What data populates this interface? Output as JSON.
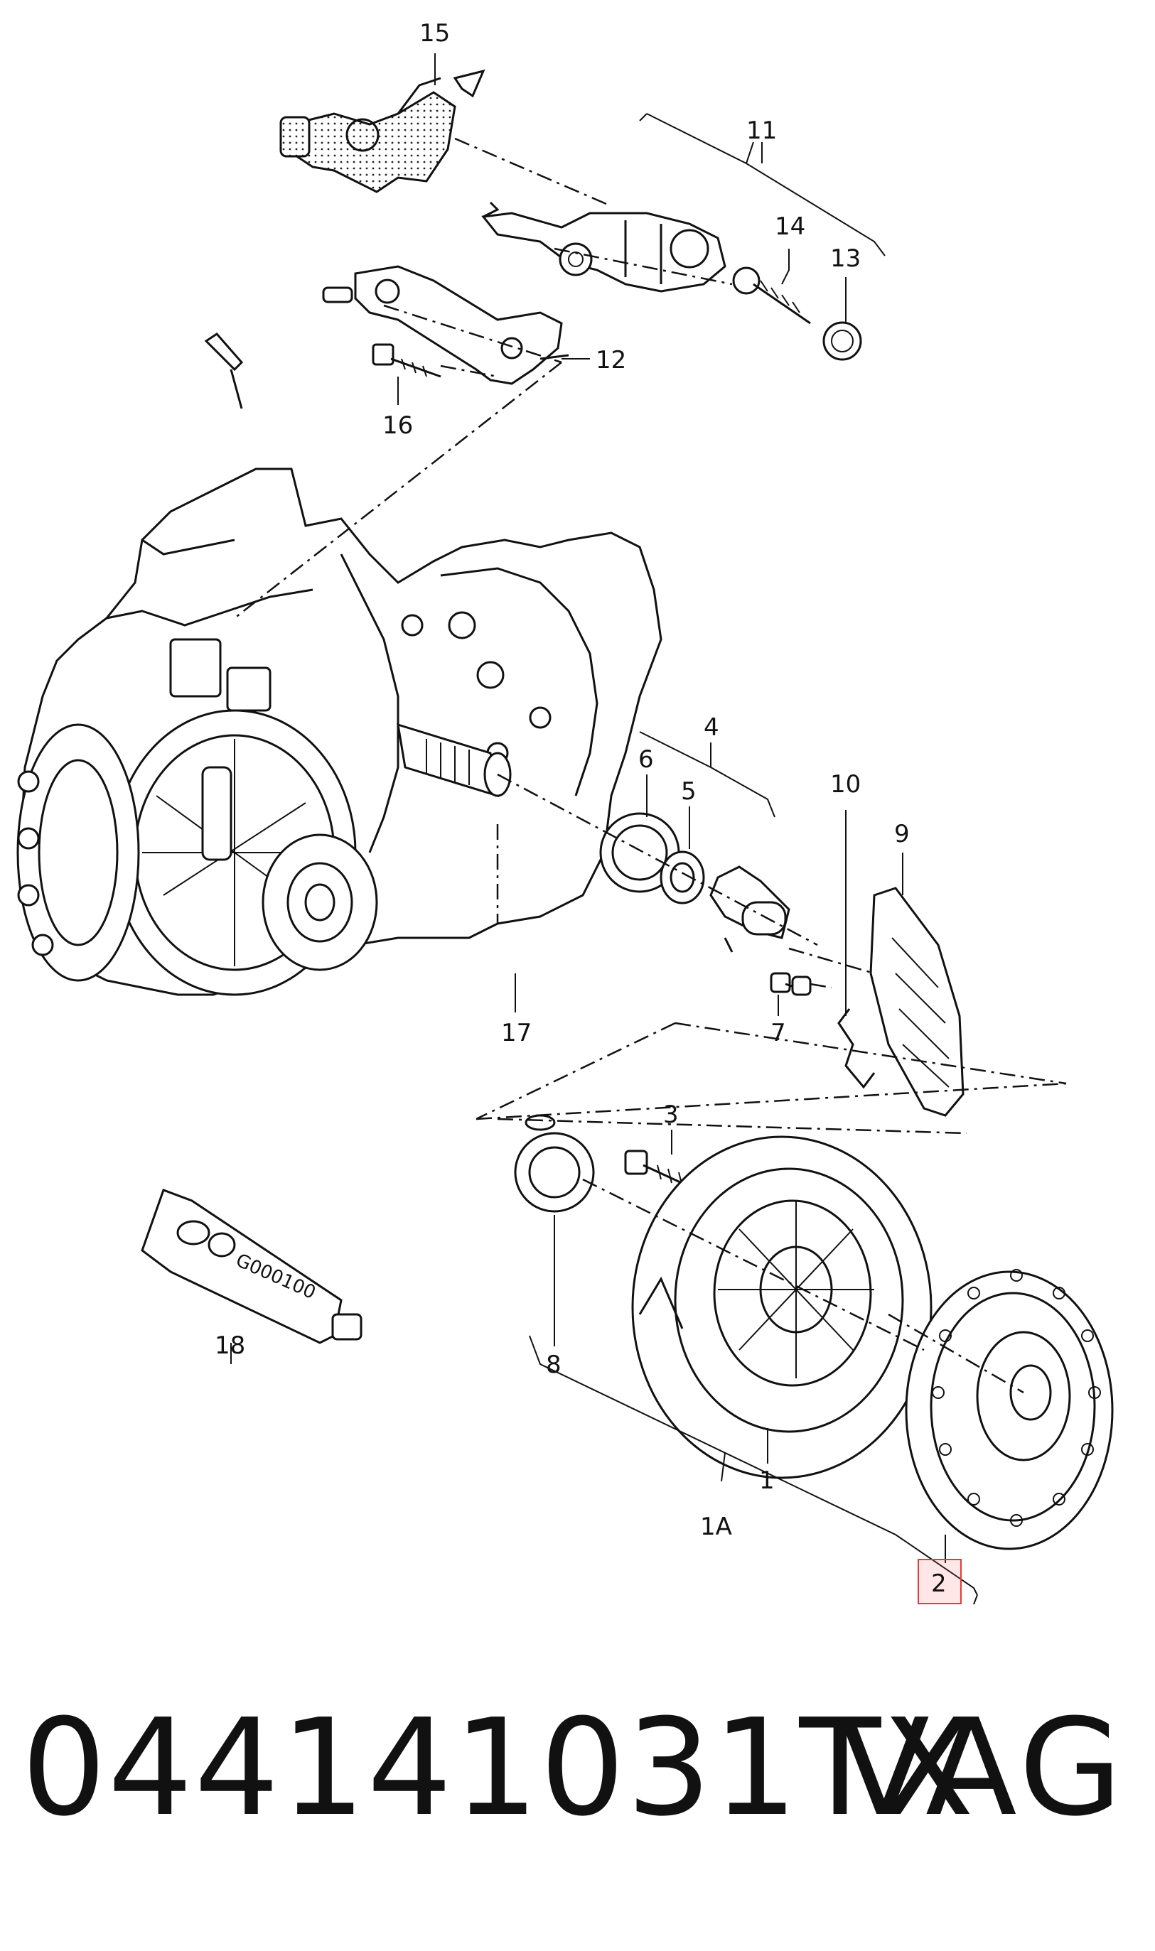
{
  "diagram": {
    "callouts": {
      "c1": "1",
      "c1a": "1A",
      "c2": "2",
      "c3": "3",
      "c4": "4",
      "c5": "5",
      "c6": "6",
      "c7": "7",
      "c8": "8",
      "c9": "9",
      "c10": "10",
      "c11": "11",
      "c12": "12",
      "c13": "13",
      "c14": "14",
      "c15": "15",
      "c16": "16",
      "c17": "17",
      "c18": "18"
    },
    "tube_label": "G000100",
    "highlighted_callout": "2",
    "highlight_color": "#e23b3b"
  },
  "footer": {
    "part_number": "044141031TX",
    "brand": "VAG"
  }
}
